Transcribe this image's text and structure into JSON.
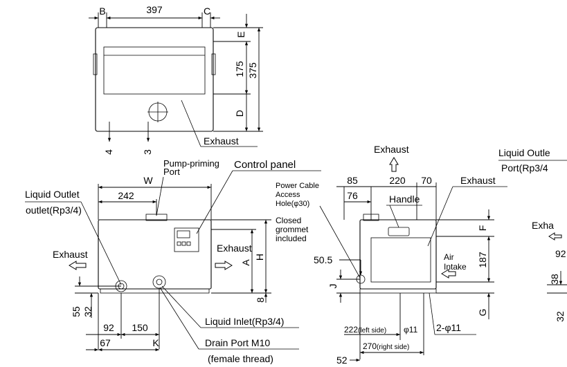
{
  "top_view": {
    "dims": {
      "B": "B",
      "w397": "397",
      "C": "C",
      "E": "E",
      "d175": "175",
      "d375": "375",
      "D": "D",
      "d4": "4",
      "d3": "3"
    },
    "exhaust_label": "Exhaust"
  },
  "front_view": {
    "pump_priming_label": "Pump-priming\nPort",
    "control_panel_label": "Control panel",
    "liquid_outlet_label": "Liquid Outlet",
    "liquid_outlet_port_label": "outlet(Rp3/4)",
    "exhaust_left_label": "Exhaust",
    "exhaust_right_label": "Exhaust",
    "liquid_inlet_label": "Liquid Inlet(Rp3/4)",
    "drain_port_label": "Drain Port M10",
    "drain_port_thread_label": "(female thread)",
    "dims": {
      "W": "W",
      "w242": "242",
      "A": "A",
      "H": "H",
      "d8": "8",
      "d55": "55",
      "d32": "32",
      "d92": "92",
      "d150": "150",
      "d67": "67",
      "K": "K"
    }
  },
  "side_view": {
    "exhaust_top_label": "Exhaust",
    "exhaust_right_label": "Exhaust",
    "power_cable_label": "Power Cable\nAccess\nHole(φ30)",
    "grommet_label": "Closed\ngrommet\nincluded",
    "handle_label": "Handle",
    "air_intake_label": "Air\nIntake",
    "dims": {
      "d85": "85",
      "d220": "220",
      "d70": "70",
      "d76": "76",
      "F": "F",
      "d187": "187",
      "d50_5": "50.5",
      "J": "J",
      "G": "G",
      "d222": "222",
      "left_side": "(left side)",
      "phi11": "φ11",
      "two_phi11": "2-φ11",
      "d270": "270",
      "right_side": "(right side)",
      "d52": "52"
    }
  },
  "rear_view_partial": {
    "liquid_outlet_label": "Liquid Outle",
    "port_label": "Port(Rp3/4",
    "exhaust_label": "Exha",
    "d92": "92",
    "d38": "38",
    "d32": "32"
  }
}
